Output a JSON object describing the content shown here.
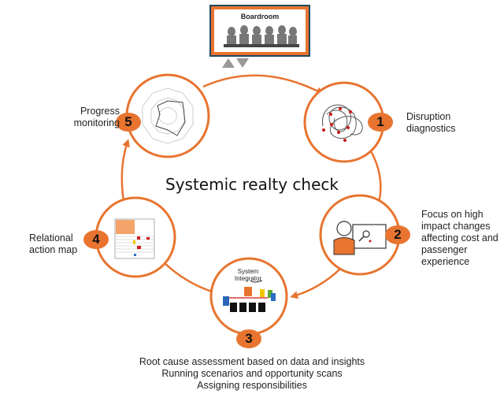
{
  "boardroom": {
    "title": "Boardroom"
  },
  "center_title": "Systemic realty check",
  "steps": [
    {
      "number": "1",
      "label_lines": [
        "Disruption",
        "diagnostics"
      ]
    },
    {
      "number": "2",
      "label_lines": [
        "Focus on high",
        "impact changes",
        "affecting cost and",
        "passenger",
        "experience"
      ]
    },
    {
      "number": "3",
      "label_lines": [
        "Root cause assessment based on data and insights",
        "Running scenarios and opportunity scans",
        "Assigning responsibilities"
      ],
      "illustration_text": [
        "System",
        "Integrator"
      ]
    },
    {
      "number": "4",
      "label_lines": [
        "Relational",
        "action map"
      ]
    },
    {
      "number": "5",
      "label_lines": [
        "Progress",
        "monitoring"
      ]
    }
  ],
  "colors": {
    "accent": "#e8742f",
    "frame": "#1d4a63",
    "arrow_gray": "#999999"
  }
}
